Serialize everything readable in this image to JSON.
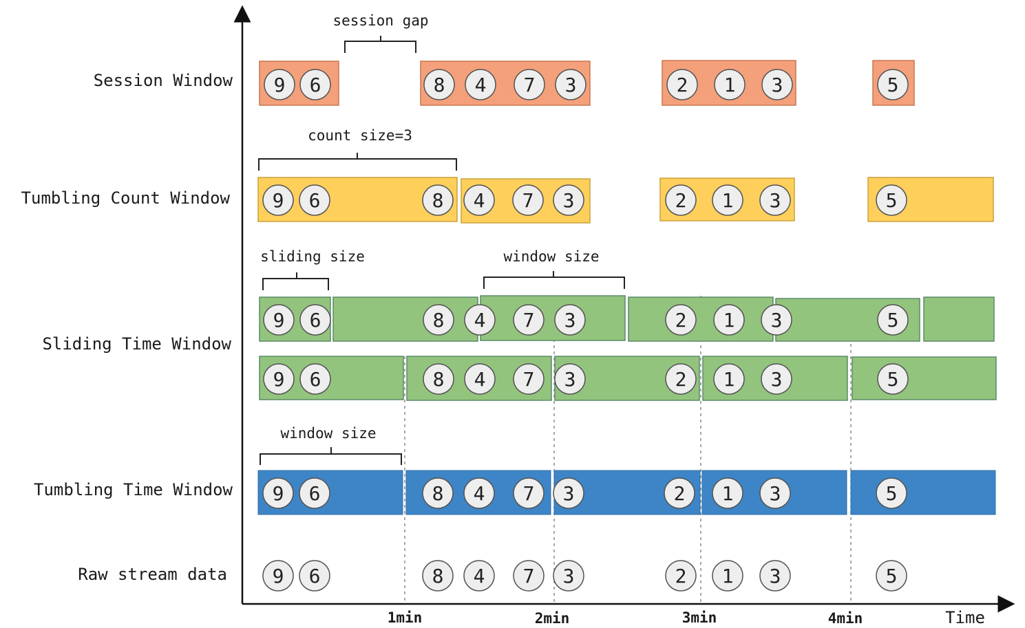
{
  "rows": [
    {
      "key": "session",
      "label": "Session Window"
    },
    {
      "key": "tumbling_count",
      "label": "Tumbling Count Window"
    },
    {
      "key": "sliding_time",
      "label": "Sliding Time Window"
    },
    {
      "key": "tumbling_time",
      "label": "Tumbling Time Window"
    },
    {
      "key": "raw",
      "label": "Raw stream data"
    }
  ],
  "annotations": {
    "session_gap": "session gap",
    "count_size": "count size=3",
    "sliding_size": "sliding size",
    "sliding_window_size": "window size",
    "tumbling_window_size": "window size"
  },
  "axis": {
    "ticks": [
      "1min",
      "2min",
      "3min",
      "4min"
    ],
    "time_label": "Time"
  },
  "events": [
    "9",
    "6",
    "8",
    "4",
    "7",
    "3",
    "2",
    "1",
    "3",
    "5"
  ],
  "colors": {
    "session": "#f4a07a",
    "tumbling_count": "#ffcf5c",
    "sliding_time": "#93c47d",
    "tumbling_time": "#3d85c6",
    "event_fill": "#eeeeee",
    "axis": "#111111"
  }
}
